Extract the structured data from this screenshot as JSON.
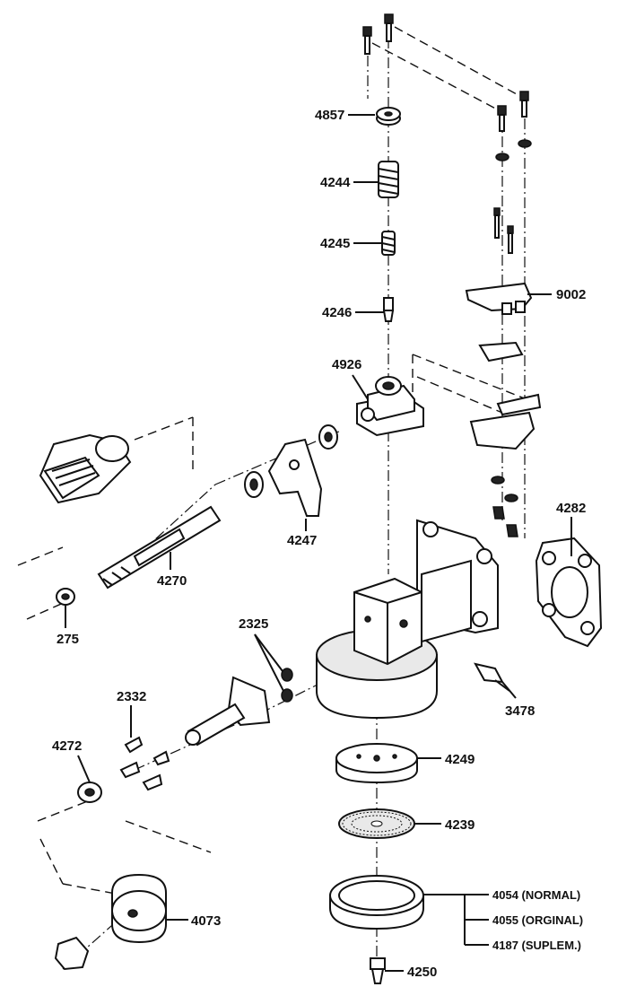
{
  "labels": {
    "p4857": "4857",
    "p4244": "4244",
    "p4245": "4245",
    "p4246": "4246",
    "p9002": "9002",
    "p4926": "4926",
    "p4282": "4282",
    "p4247": "4247",
    "p4270": "4270",
    "p275": "275",
    "p2325": "2325",
    "p3478": "3478",
    "p2332": "2332",
    "p4272": "4272",
    "p4249": "4249",
    "p4239": "4239",
    "p4054": "4054 (NORMAL)",
    "p4055": "4055 (ORGINAL)",
    "p4187": "4187 (SUPLEM.)",
    "p4073": "4073",
    "p4250": "4250"
  }
}
